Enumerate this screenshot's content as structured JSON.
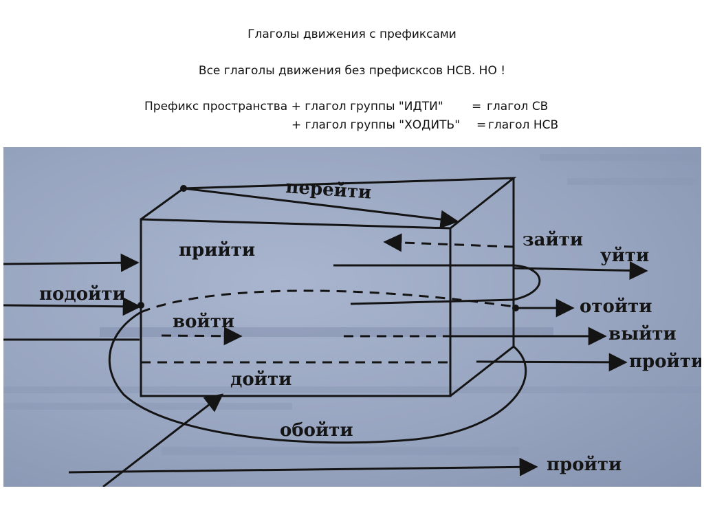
{
  "slide": {
    "title": "Глаголы движения с префиксами",
    "subtitle": "Все глаголы движения без префисксов НСВ. НО !",
    "rule1": {
      "left": "Префикс пространства + глагол группы \"ИДТИ\"",
      "eq": "=",
      "right": "глагол СВ"
    },
    "rule2": {
      "left": "+ глагол группы \"ХОДИТЬ\"",
      "eq": "=",
      "right": "глагол НСВ"
    }
  },
  "diagram": {
    "labels": {
      "pereyti": "перейти",
      "priyti": "прийти",
      "zayti": "зайти",
      "uyti": "уйти",
      "podoyti": "подойти",
      "otoyti": "отойти",
      "voyti": "войти",
      "vyyti": "выйти",
      "proyti_1": "пройти",
      "doyti": "дойти",
      "oboyti": "обойти",
      "proyti_2": "пройти"
    }
  }
}
